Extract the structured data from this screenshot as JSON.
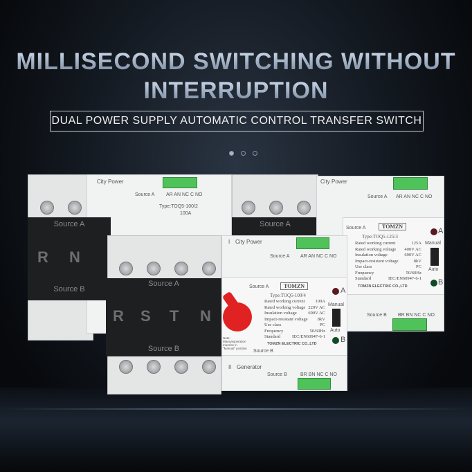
{
  "headline": {
    "line1": "MILLISECOND SWITCHING WITHOUT",
    "line2": "INTERRUPTION"
  },
  "subtitle": "DUAL POWER SUPPLY AUTOMATIC CONTROL TRANSFER SWITCH",
  "carousel": {
    "count": 3,
    "active": 1
  },
  "colors": {
    "knob": "#e02222",
    "terminal": "#4fc25a",
    "cover": "#1e1f21"
  },
  "labels": {
    "city_power": "City Power",
    "generator": "Generator",
    "source_a": "Source A",
    "source_b": "Source B",
    "terminals_a": "AR AN NC C NO",
    "terminals_b": "BR BN NC C NO",
    "brand": "TOMZN",
    "manual": "Manual",
    "auto": "Auto",
    "led_a": "A",
    "led_b": "B",
    "maker": "TOMZN ELECTRIC CO.,LTD",
    "note": "Note: Manualoperation must be in \"Manual\" position",
    "numeral_1": "I",
    "numeral_2": "II"
  },
  "devices": {
    "front": {
      "type": "Type:TOQ5-100/4",
      "poles": [
        "R",
        "S",
        "T",
        "N"
      ],
      "specs": [
        [
          "Rated working current",
          "100A"
        ],
        [
          "Rated working voltage",
          "220V AC"
        ],
        [
          "Insulation voltage",
          "690V AC"
        ],
        [
          "Impact-resistant voltage",
          "8kV"
        ],
        [
          "Use class",
          "PC"
        ],
        [
          "Frequency",
          "50/60Hz"
        ],
        [
          "Standard",
          "IEC/EN60947-6-1"
        ]
      ]
    },
    "left": {
      "type": "Type:TOQ5-100/2",
      "poles": [
        "R",
        "N"
      ],
      "current": "100A"
    },
    "right": {
      "type": "Type:TOQ5-125/3",
      "specs": [
        [
          "Rated working current",
          "125A"
        ],
        [
          "Rated working voltage",
          "400V AC"
        ],
        [
          "Insulation voltage",
          "690V AC"
        ],
        [
          "Impact-resistant voltage",
          "8kV"
        ],
        [
          "Use class",
          "PC"
        ],
        [
          "Frequency",
          "50/60Hz"
        ],
        [
          "Standard",
          "IEC/EN60947-6-1"
        ]
      ]
    }
  }
}
